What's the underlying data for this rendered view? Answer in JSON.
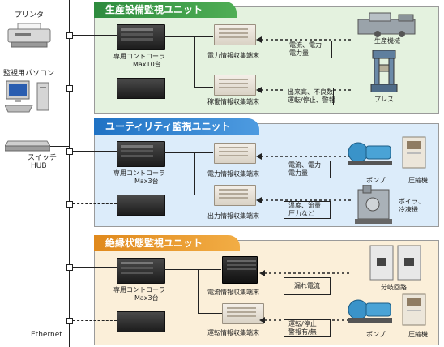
{
  "devices": {
    "printer_label": "プリンタ",
    "pc_label": "監視用パソコン",
    "switch_label_1": "スイッチ",
    "switch_label_2": "HUB",
    "network_label": "Ethernet"
  },
  "units": [
    {
      "title": "生産設備監視ユニット",
      "controller_label": "専用コントローラ",
      "controller_max": "Max10台",
      "terminals": [
        "電力情報収集端末",
        "稼働情報収集端末"
      ],
      "brackets": [
        [
          "電流、電力",
          "電力量"
        ],
        [
          "出来高、不良数",
          "運転/停止、警報"
        ]
      ],
      "machines": [
        "生産機械",
        "プレス"
      ]
    },
    {
      "title": "ユーティリティ監視ユニット",
      "controller_label": "専用コントローラ",
      "controller_max": "Max3台",
      "terminals": [
        "電力情報収集端末",
        "出力情報収集端末"
      ],
      "brackets": [
        [
          "電流、電力",
          "電力量"
        ],
        [
          "温度、流量",
          "圧力など"
        ]
      ],
      "machines": [
        "ポンプ",
        "圧縮機",
        "ボイラ、",
        "冷凍機"
      ]
    },
    {
      "title": "絶縁状態監視ユニット",
      "controller_label": "専用コントローラ",
      "controller_max": "Max3台",
      "terminals": [
        "電流情報収集端末",
        "運転情報収集端末"
      ],
      "brackets": [
        [
          "漏れ電流"
        ],
        [
          "運転/停止",
          "警報有/無"
        ]
      ],
      "machines": [
        "分岐回路",
        "ポンプ",
        "圧縮機"
      ]
    }
  ],
  "colors": {
    "unit1_header": "#2e8b3e",
    "unit1_bg": "#e4f2df",
    "unit2_header": "#1f72c4",
    "unit2_bg": "#dcecfa",
    "unit3_header": "#e0891c",
    "unit3_bg": "#fbefd9"
  },
  "icons": [
    "printer-icon",
    "pc-icon",
    "switch-icon",
    "controller-icon",
    "terminal-icon",
    "machine-icon",
    "press-icon",
    "pump-icon",
    "compressor-icon",
    "boiler-icon",
    "breaker-icon"
  ]
}
